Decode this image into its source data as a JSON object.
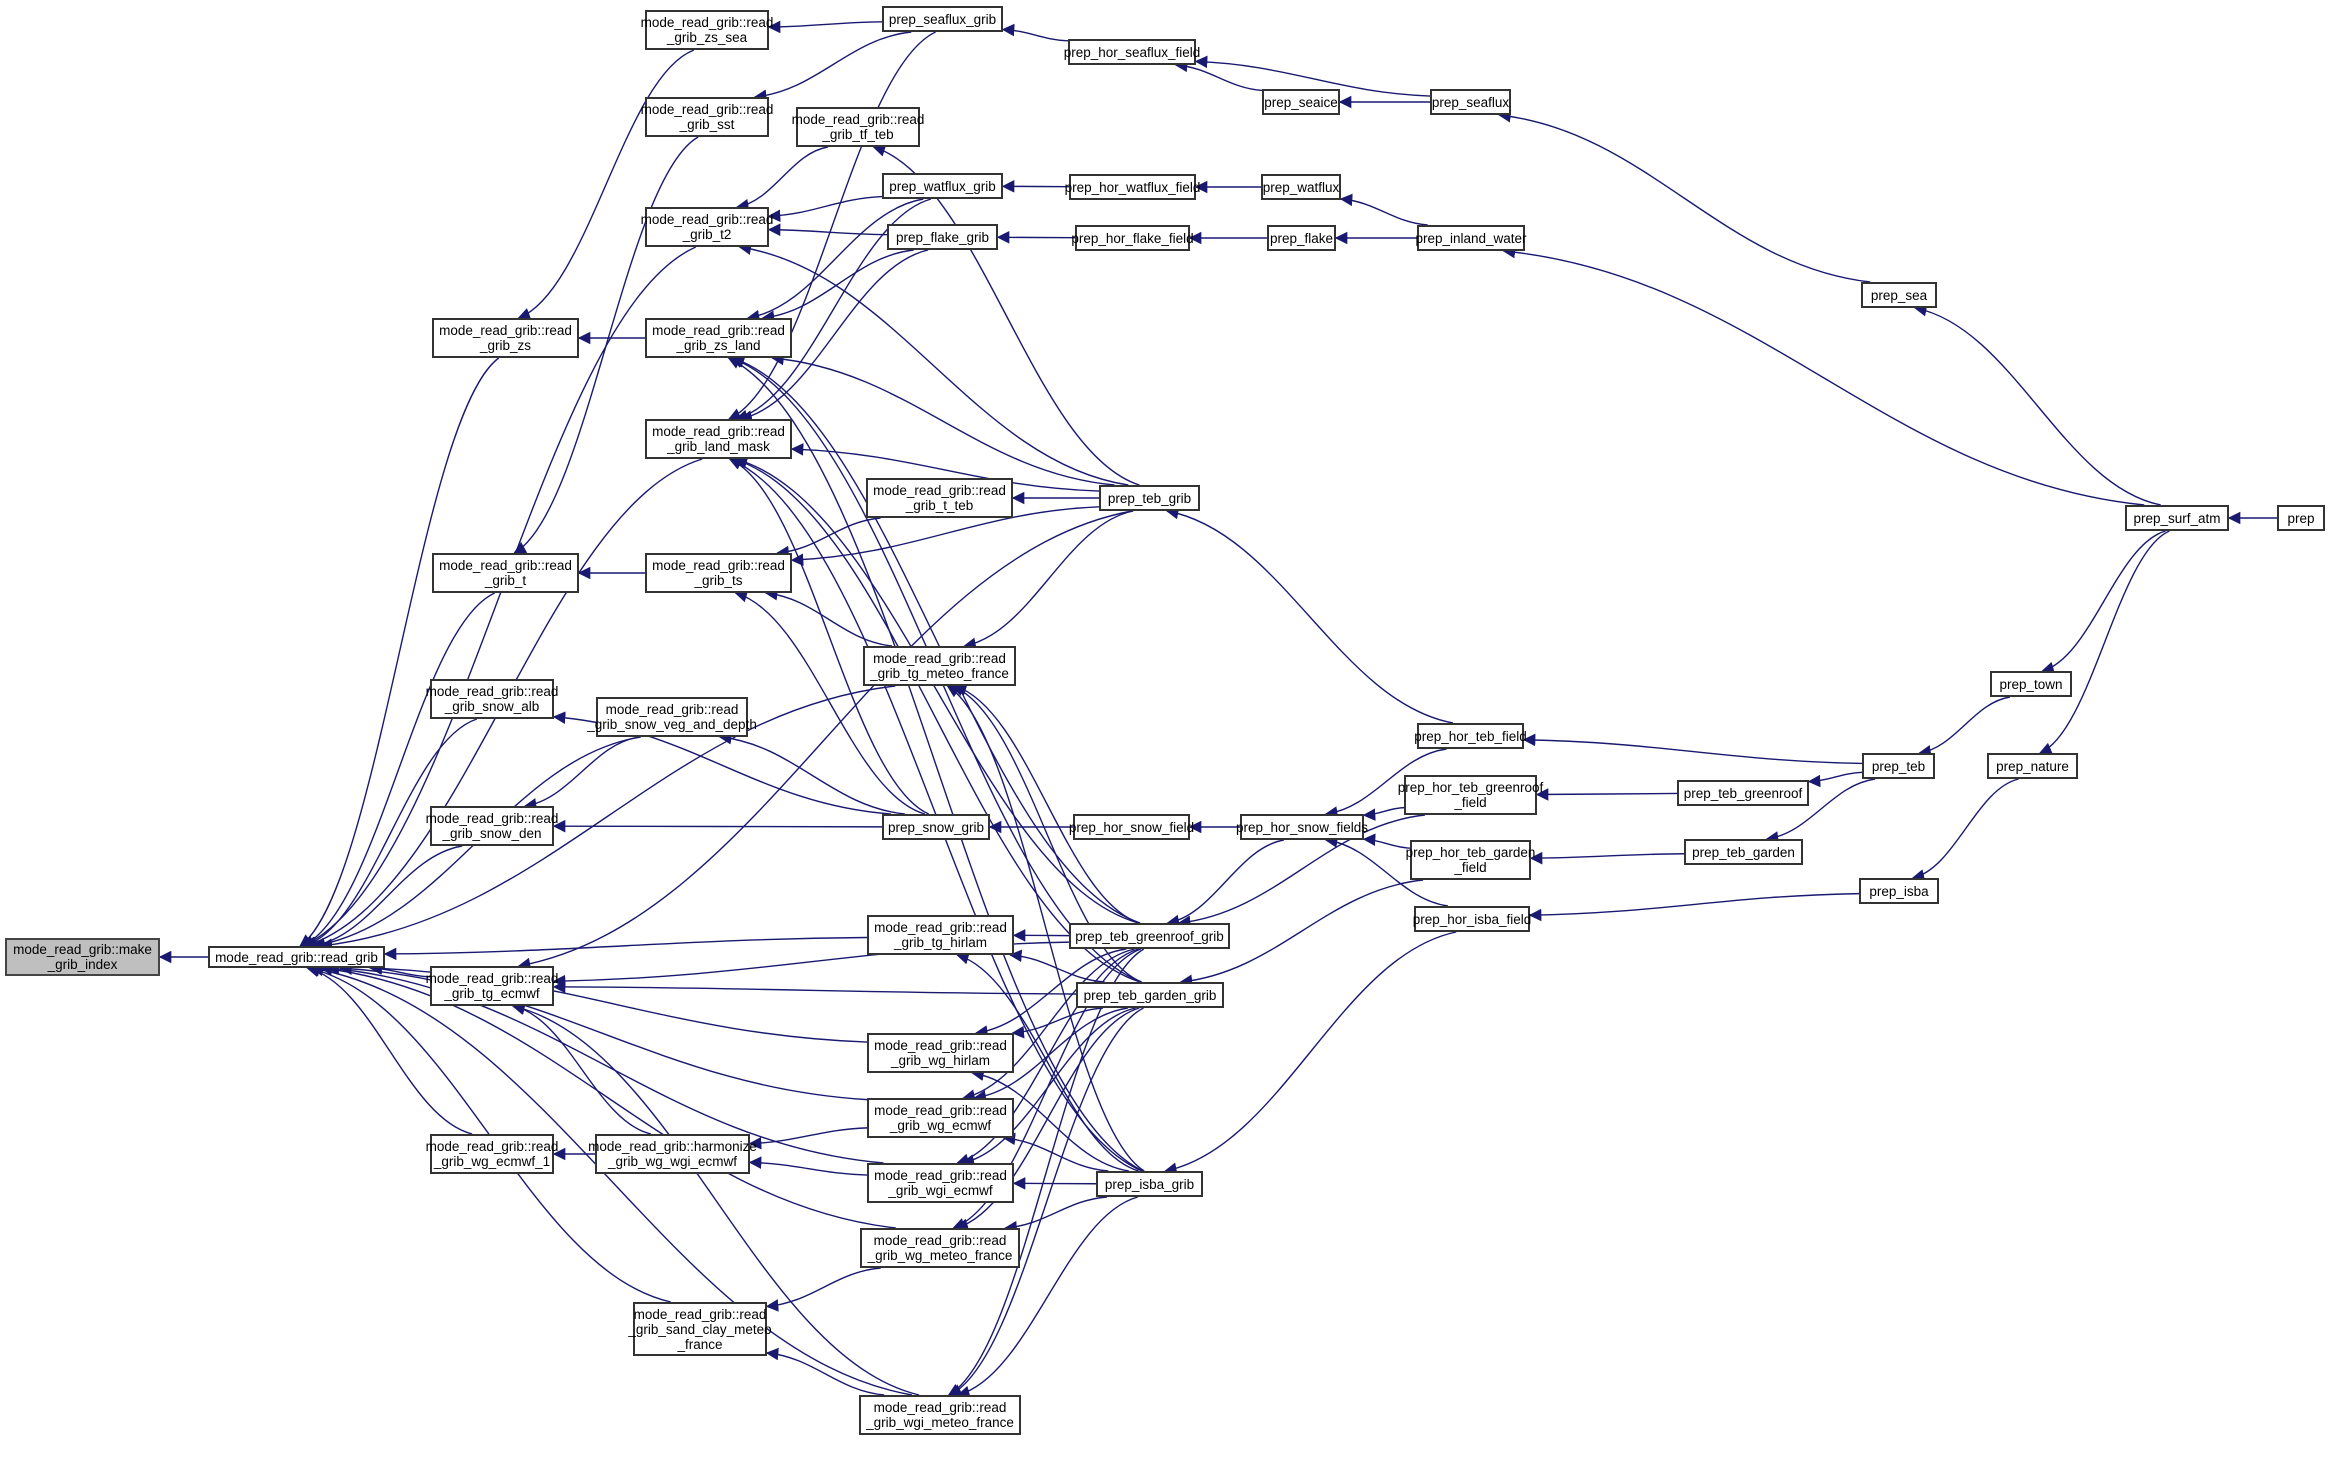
{
  "diagram": {
    "type": "doxygen-caller-graph",
    "edge_color": "#191970",
    "root_fill": "#bfbfbf",
    "nodes": {
      "make_grib_index": {
        "label": "mode_read_grib::make\n_grib_index",
        "root": true
      },
      "read_grib": {
        "label": "mode_read_grib::read_grib"
      },
      "read_grib_zs_sea": {
        "label": "mode_read_grib::read\n_grib_zs_sea"
      },
      "read_grib_sst": {
        "label": "mode_read_grib::read\n_grib_sst"
      },
      "read_grib_t2": {
        "label": "mode_read_grib::read\n_grib_t2"
      },
      "read_grib_zs": {
        "label": "mode_read_grib::read\n_grib_zs"
      },
      "read_grib_zs_land": {
        "label": "mode_read_grib::read\n_grib_zs_land"
      },
      "read_grib_land_mask": {
        "label": "mode_read_grib::read\n_grib_land_mask"
      },
      "read_grib_t": {
        "label": "mode_read_grib::read\n_grib_t"
      },
      "read_grib_ts": {
        "label": "mode_read_grib::read\n_grib_ts"
      },
      "read_grib_snow_alb": {
        "label": "mode_read_grib::read\n_grib_snow_alb"
      },
      "read_grib_snow_veg_and_depth": {
        "label": "mode_read_grib::read\n_grib_snow_veg_and_depth"
      },
      "read_grib_snow_den": {
        "label": "mode_read_grib::read\n_grib_snow_den"
      },
      "read_grib_tg_ecmwf": {
        "label": "mode_read_grib::read\n_grib_tg_ecmwf"
      },
      "read_grib_wg_ecmwf_1": {
        "label": "mode_read_grib::read\n_grib_wg_ecmwf_1"
      },
      "harmonize_grib_wg_wgi_ecmwf": {
        "label": "mode_read_grib::harmonize\n_grib_wg_wgi_ecmwf"
      },
      "read_grib_sand_clay_meteo_france": {
        "label": "mode_read_grib::read\n_grib_sand_clay_meteo\n_france"
      },
      "read_grib_tf_teb": {
        "label": "mode_read_grib::read\n_grib_tf_teb"
      },
      "read_grib_t_teb": {
        "label": "mode_read_grib::read\n_grib_t_teb"
      },
      "read_grib_tg_meteo_france": {
        "label": "mode_read_grib::read\n_grib_tg_meteo_france"
      },
      "read_grib_tg_hirlam": {
        "label": "mode_read_grib::read\n_grib_tg_hirlam"
      },
      "read_grib_wg_hirlam": {
        "label": "mode_read_grib::read\n_grib_wg_hirlam"
      },
      "read_grib_wg_ecmwf": {
        "label": "mode_read_grib::read\n_grib_wg_ecmwf"
      },
      "read_grib_wgi_ecmwf": {
        "label": "mode_read_grib::read\n_grib_wgi_ecmwf"
      },
      "read_grib_wg_meteo_france": {
        "label": "mode_read_grib::read\n_grib_wg_meteo_france"
      },
      "read_grib_wgi_meteo_france": {
        "label": "mode_read_grib::read\n_grib_wgi_meteo_france"
      },
      "prep_seaflux_grib": {
        "label": "prep_seaflux_grib"
      },
      "prep_watflux_grib": {
        "label": "prep_watflux_grib"
      },
      "prep_flake_grib": {
        "label": "prep_flake_grib"
      },
      "prep_snow_grib": {
        "label": "prep_snow_grib"
      },
      "prep_teb_grib": {
        "label": "prep_teb_grib"
      },
      "prep_teb_greenroof_grib": {
        "label": "prep_teb_greenroof_grib"
      },
      "prep_teb_garden_grib": {
        "label": "prep_teb_garden_grib"
      },
      "prep_isba_grib": {
        "label": "prep_isba_grib"
      },
      "prep_hor_seaflux_field": {
        "label": "prep_hor_seaflux_field"
      },
      "prep_hor_watflux_field": {
        "label": "prep_hor_watflux_field"
      },
      "prep_hor_flake_field": {
        "label": "prep_hor_flake_field"
      },
      "prep_hor_snow_field": {
        "label": "prep_hor_snow_field"
      },
      "prep_seaice": {
        "label": "prep_seaice"
      },
      "prep_watflux": {
        "label": "prep_watflux"
      },
      "prep_flake": {
        "label": "prep_flake"
      },
      "prep_hor_snow_fields": {
        "label": "prep_hor_snow_fields"
      },
      "prep_seaflux": {
        "label": "prep_seaflux"
      },
      "prep_inland_water": {
        "label": "prep_inland_water"
      },
      "prep_hor_teb_field": {
        "label": "prep_hor_teb_field"
      },
      "prep_hor_teb_greenroof_field": {
        "label": "prep_hor_teb_greenroof\n_field"
      },
      "prep_hor_teb_garden_field": {
        "label": "prep_hor_teb_garden\n_field"
      },
      "prep_hor_isba_field": {
        "label": "prep_hor_isba_field"
      },
      "prep_teb_greenroof": {
        "label": "prep_teb_greenroof"
      },
      "prep_teb_garden": {
        "label": "prep_teb_garden"
      },
      "prep_sea": {
        "label": "prep_sea"
      },
      "prep_teb": {
        "label": "prep_teb"
      },
      "prep_isba": {
        "label": "prep_isba"
      },
      "prep_town": {
        "label": "prep_town"
      },
      "prep_nature": {
        "label": "prep_nature"
      },
      "prep_surf_atm": {
        "label": "prep_surf_atm"
      },
      "prep": {
        "label": "prep"
      }
    },
    "edges": [
      [
        "read_grib",
        "make_grib_index"
      ],
      [
        "read_grib_zs",
        "read_grib"
      ],
      [
        "read_grib_t",
        "read_grib"
      ],
      [
        "read_grib_t2",
        "read_grib"
      ],
      [
        "read_grib_land_mask",
        "read_grib"
      ],
      [
        "read_grib_snow_alb",
        "read_grib"
      ],
      [
        "read_grib_snow_veg_and_depth",
        "read_grib"
      ],
      [
        "read_grib_snow_den",
        "read_grib"
      ],
      [
        "read_grib_tg_ecmwf",
        "read_grib"
      ],
      [
        "read_grib_tg_hirlam",
        "read_grib"
      ],
      [
        "read_grib_wg_hirlam",
        "read_grib"
      ],
      [
        "read_grib_wg_ecmwf",
        "read_grib"
      ],
      [
        "read_grib_wg_ecmwf_1",
        "read_grib"
      ],
      [
        "read_grib_wgi_ecmwf",
        "read_grib"
      ],
      [
        "read_grib_wg_meteo_france",
        "read_grib"
      ],
      [
        "read_grib_sand_clay_meteo_france",
        "read_grib"
      ],
      [
        "read_grib_wgi_meteo_france",
        "read_grib"
      ],
      [
        "read_grib_tg_meteo_france",
        "read_grib"
      ],
      [
        "read_grib_zs_sea",
        "read_grib_zs"
      ],
      [
        "read_grib_zs_land",
        "read_grib_zs"
      ],
      [
        "read_grib_sst",
        "read_grib_t"
      ],
      [
        "read_grib_ts",
        "read_grib_t"
      ],
      [
        "prep_seaflux_grib",
        "read_grib_zs_sea"
      ],
      [
        "prep_seaflux_grib",
        "read_grib_sst"
      ],
      [
        "prep_seaflux_grib",
        "read_grib_land_mask"
      ],
      [
        "read_grib_tf_teb",
        "read_grib_t2"
      ],
      [
        "prep_watflux_grib",
        "read_grib_t2"
      ],
      [
        "prep_flake_grib",
        "read_grib_t2"
      ],
      [
        "prep_teb_grib",
        "read_grib_t2"
      ],
      [
        "prep_watflux_grib",
        "read_grib_zs_land"
      ],
      [
        "prep_flake_grib",
        "read_grib_zs_land"
      ],
      [
        "prep_teb_grib",
        "read_grib_zs_land"
      ],
      [
        "prep_teb_greenroof_grib",
        "read_grib_zs_land"
      ],
      [
        "prep_teb_garden_grib",
        "read_grib_zs_land"
      ],
      [
        "prep_isba_grib",
        "read_grib_zs_land"
      ],
      [
        "prep_watflux_grib",
        "read_grib_land_mask"
      ],
      [
        "prep_flake_grib",
        "read_grib_land_mask"
      ],
      [
        "prep_teb_grib",
        "read_grib_land_mask"
      ],
      [
        "prep_snow_grib",
        "read_grib_land_mask"
      ],
      [
        "prep_teb_greenroof_grib",
        "read_grib_land_mask"
      ],
      [
        "prep_teb_garden_grib",
        "read_grib_land_mask"
      ],
      [
        "prep_isba_grib",
        "read_grib_land_mask"
      ],
      [
        "read_grib_t_teb",
        "read_grib_ts"
      ],
      [
        "prep_teb_grib",
        "read_grib_ts"
      ],
      [
        "read_grib_tg_meteo_france",
        "read_grib_ts"
      ],
      [
        "prep_snow_grib",
        "read_grib_ts"
      ],
      [
        "prep_teb_grib",
        "read_grib_t_teb"
      ],
      [
        "prep_teb_grib",
        "read_grib_tf_teb"
      ],
      [
        "prep_teb_grib",
        "read_grib_tg_meteo_france"
      ],
      [
        "prep_teb_greenroof_grib",
        "read_grib_tg_meteo_france"
      ],
      [
        "prep_teb_garden_grib",
        "read_grib_tg_meteo_france"
      ],
      [
        "prep_isba_grib",
        "read_grib_tg_meteo_france"
      ],
      [
        "prep_snow_grib",
        "read_grib_snow_alb"
      ],
      [
        "prep_snow_grib",
        "read_grib_snow_veg_and_depth"
      ],
      [
        "read_grib_snow_veg_and_depth",
        "read_grib_snow_den"
      ],
      [
        "prep_snow_grib",
        "read_grib_snow_den"
      ],
      [
        "prep_teb_grib",
        "read_grib_tg_ecmwf"
      ],
      [
        "prep_teb_greenroof_grib",
        "read_grib_tg_ecmwf"
      ],
      [
        "prep_teb_garden_grib",
        "read_grib_tg_ecmwf"
      ],
      [
        "harmonize_grib_wg_wgi_ecmwf",
        "read_grib_tg_ecmwf"
      ],
      [
        "read_grib_wgi_meteo_france",
        "read_grib_tg_ecmwf"
      ],
      [
        "harmonize_grib_wg_wgi_ecmwf",
        "read_grib_wg_ecmwf_1"
      ],
      [
        "read_grib_wg_ecmwf",
        "harmonize_grib_wg_wgi_ecmwf"
      ],
      [
        "read_grib_wgi_ecmwf",
        "harmonize_grib_wg_wgi_ecmwf"
      ],
      [
        "prep_teb_greenroof_grib",
        "read_grib_tg_hirlam"
      ],
      [
        "prep_teb_garden_grib",
        "read_grib_tg_hirlam"
      ],
      [
        "prep_isba_grib",
        "read_grib_tg_hirlam"
      ],
      [
        "prep_teb_greenroof_grib",
        "read_grib_wg_hirlam"
      ],
      [
        "prep_teb_garden_grib",
        "read_grib_wg_hirlam"
      ],
      [
        "prep_isba_grib",
        "read_grib_wg_hirlam"
      ],
      [
        "prep_teb_greenroof_grib",
        "read_grib_wg_ecmwf"
      ],
      [
        "prep_teb_garden_grib",
        "read_grib_wg_ecmwf"
      ],
      [
        "prep_isba_grib",
        "read_grib_wg_ecmwf"
      ],
      [
        "prep_teb_greenroof_grib",
        "read_grib_wgi_ecmwf"
      ],
      [
        "prep_teb_garden_grib",
        "read_grib_wgi_ecmwf"
      ],
      [
        "prep_isba_grib",
        "read_grib_wgi_ecmwf"
      ],
      [
        "prep_teb_greenroof_grib",
        "read_grib_wg_meteo_france"
      ],
      [
        "prep_teb_garden_grib",
        "read_grib_wg_meteo_france"
      ],
      [
        "prep_isba_grib",
        "read_grib_wg_meteo_france"
      ],
      [
        "read_grib_wg_meteo_france",
        "read_grib_sand_clay_meteo_france"
      ],
      [
        "read_grib_wgi_meteo_france",
        "read_grib_sand_clay_meteo_france"
      ],
      [
        "prep_teb_greenroof_grib",
        "read_grib_wgi_meteo_france"
      ],
      [
        "prep_teb_garden_grib",
        "read_grib_wgi_meteo_france"
      ],
      [
        "prep_isba_grib",
        "read_grib_wgi_meteo_france"
      ],
      [
        "prep_hor_seaflux_field",
        "prep_seaflux_grib"
      ],
      [
        "prep_hor_watflux_field",
        "prep_watflux_grib"
      ],
      [
        "prep_hor_flake_field",
        "prep_flake_grib"
      ],
      [
        "prep_hor_snow_field",
        "prep_snow_grib"
      ],
      [
        "prep_hor_teb_field",
        "prep_teb_grib"
      ],
      [
        "prep_hor_snow_fields",
        "prep_teb_greenroof_grib"
      ],
      [
        "prep_hor_teb_greenroof_field",
        "prep_teb_greenroof_grib"
      ],
      [
        "prep_hor_teb_garden_field",
        "prep_teb_garden_grib"
      ],
      [
        "prep_hor_isba_field",
        "prep_isba_grib"
      ],
      [
        "prep_seaice",
        "prep_hor_seaflux_field"
      ],
      [
        "prep_seaflux",
        "prep_hor_seaflux_field"
      ],
      [
        "prep_seaflux",
        "prep_seaice"
      ],
      [
        "prep_watflux",
        "prep_hor_watflux_field"
      ],
      [
        "prep_flake",
        "prep_hor_flake_field"
      ],
      [
        "prep_hor_snow_fields",
        "prep_hor_snow_field"
      ],
      [
        "prep_hor_teb_field",
        "prep_hor_snow_fields"
      ],
      [
        "prep_hor_teb_greenroof_field",
        "prep_hor_snow_fields"
      ],
      [
        "prep_hor_teb_garden_field",
        "prep_hor_snow_fields"
      ],
      [
        "prep_hor_isba_field",
        "prep_hor_snow_fields"
      ],
      [
        "prep_inland_water",
        "prep_watflux"
      ],
      [
        "prep_inland_water",
        "prep_flake"
      ],
      [
        "prep_sea",
        "prep_seaflux"
      ],
      [
        "prep_teb",
        "prep_hor_teb_field"
      ],
      [
        "prep_teb_greenroof",
        "prep_hor_teb_greenroof_field"
      ],
      [
        "prep_teb_garden",
        "prep_hor_teb_garden_field"
      ],
      [
        "prep_isba",
        "prep_hor_isba_field"
      ],
      [
        "prep_teb",
        "prep_teb_greenroof"
      ],
      [
        "prep_teb",
        "prep_teb_garden"
      ],
      [
        "prep_town",
        "prep_teb"
      ],
      [
        "prep_nature",
        "prep_isba"
      ],
      [
        "prep_surf_atm",
        "prep_sea"
      ],
      [
        "prep_surf_atm",
        "prep_inland_water"
      ],
      [
        "prep_surf_atm",
        "prep_town"
      ],
      [
        "prep_surf_atm",
        "prep_nature"
      ],
      [
        "prep",
        "prep_surf_atm"
      ]
    ]
  }
}
